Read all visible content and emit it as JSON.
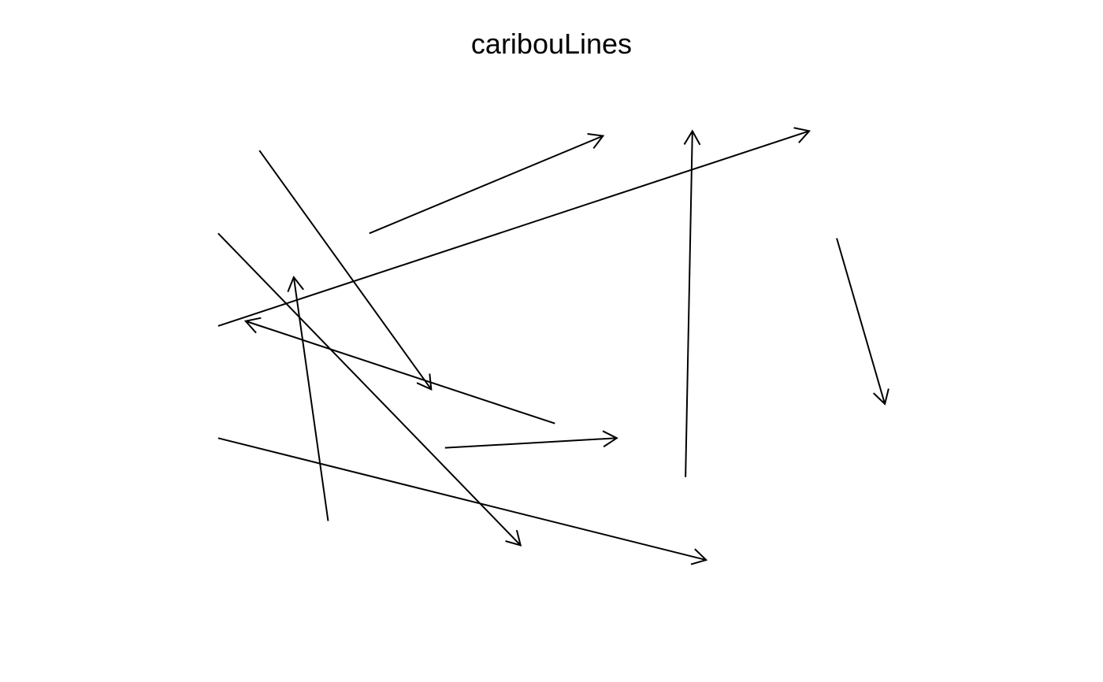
{
  "chart_data": {
    "type": "arrows",
    "title": "caribouLines",
    "xlabel": "",
    "ylabel": "",
    "axes": "none",
    "grid": false,
    "line_color": "#000000",
    "segments": [
      {
        "x0": 0.1,
        "y0": 0.89,
        "x1": 0.35,
        "y1": 0.4
      },
      {
        "x0": 0.26,
        "y0": 0.72,
        "x1": 0.6,
        "y1": 0.92
      },
      {
        "x0": 0.72,
        "y0": 0.22,
        "x1": 0.73,
        "y1": 0.93
      },
      {
        "x0": 0.04,
        "y0": 0.53,
        "x1": 0.9,
        "y1": 0.93
      },
      {
        "x0": 0.94,
        "y0": 0.71,
        "x1": 1.01,
        "y1": 0.37
      },
      {
        "x0": 0.04,
        "y0": 0.72,
        "x1": 0.48,
        "y1": 0.08
      },
      {
        "x0": 0.2,
        "y0": 0.13,
        "x1": 0.15,
        "y1": 0.63
      },
      {
        "x0": 0.53,
        "y0": 0.33,
        "x1": 0.08,
        "y1": 0.54
      },
      {
        "x0": 0.04,
        "y0": 0.3,
        "x1": 0.75,
        "y1": 0.05
      },
      {
        "x0": 0.37,
        "y0": 0.28,
        "x1": 0.62,
        "y1": 0.3
      }
    ],
    "xlim": [
      0,
      1.05
    ],
    "ylim": [
      0,
      1
    ]
  }
}
